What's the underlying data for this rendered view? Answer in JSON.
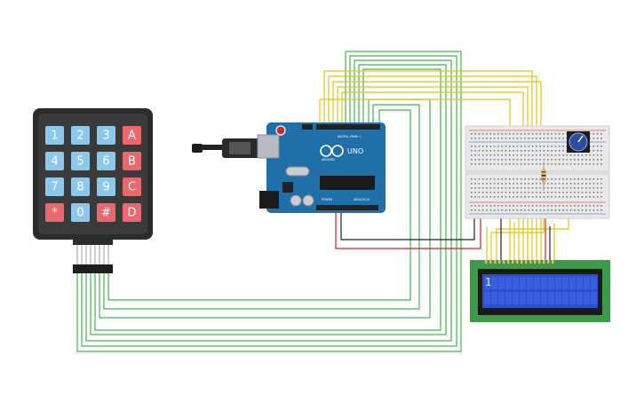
{
  "keypad": {
    "keys": [
      [
        "1",
        "2",
        "3",
        "A"
      ],
      [
        "4",
        "5",
        "6",
        "B"
      ],
      [
        "7",
        "8",
        "9",
        "C"
      ],
      [
        "*",
        "0",
        "#",
        "D"
      ]
    ],
    "colors": {
      "num": "#8bc8ec",
      "letter": "#e8686e",
      "special": "#e8686e",
      "zero": "#8bc8ec",
      "body": "#2b2b2b"
    }
  },
  "arduino": {
    "logo_text": "UNO",
    "brand_text": "ARDUINO",
    "digital_label": "DIGITAL (PWM~)",
    "power_label": "POWER",
    "analog_label": "ANALOG IN",
    "board_color": "#1f6fa8"
  },
  "lcd": {
    "text": "1",
    "pcb_color": "#3d9a4a",
    "screen_color": "#2e4fd0"
  },
  "wires": {
    "green": "#3fb84a",
    "yellow": "#e4c414",
    "red": "#d4201c",
    "black": "#222222"
  }
}
